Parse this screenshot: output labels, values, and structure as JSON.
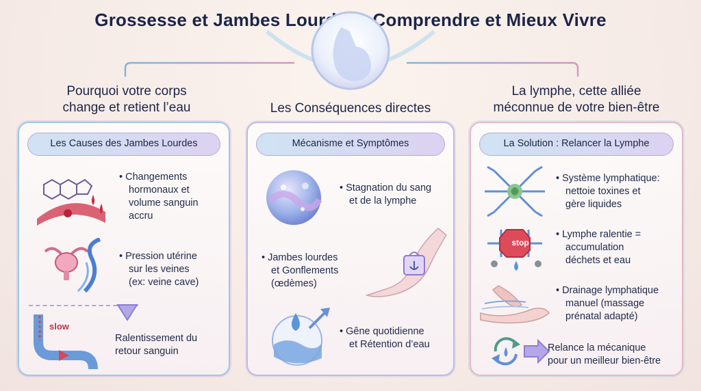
{
  "title": "Grossesse et Jambes Lourdes : Comprendre et Mieux Vivre",
  "columns": [
    {
      "heading_line1": "Pourquoi votre corps",
      "heading_line2": "change et retient l’eau",
      "pill": "Les Causes des Jambes Lourdes",
      "items": [
        {
          "lines": [
            "• Changements",
            "hormonaux et",
            "volume sanguin",
            "accru"
          ],
          "icon": "hormone-blood-icon"
        },
        {
          "lines": [
            "• Pression utérine",
            "sur les veines",
            "(ex: veine cave)"
          ],
          "icon": "uterus-veins-icon"
        },
        {
          "lines": [
            "Ralentissement du",
            "retour sanguin"
          ],
          "icon": "slow-flow-icon",
          "icon_label": "slow"
        }
      ]
    },
    {
      "heading_line1": "Les Conséquences directes",
      "pill": "Mécanisme et Symptômes",
      "items": [
        {
          "lines": [
            "• Stagnation du sang",
            "et de la lymphe"
          ],
          "icon": "stagnation-icon"
        },
        {
          "lines": [
            "• Jambes lourdes",
            "et Gonflements",
            "(œdèmes)"
          ],
          "icon": "heavy-leg-icon"
        },
        {
          "lines": [
            "• Gêne quotidienne",
            "et Rétention d’eau"
          ],
          "icon": "water-retention-icon"
        }
      ]
    },
    {
      "heading_line1": "La lymphe, cette alliée",
      "heading_line2": "méconnue de votre bien-être",
      "pill": "La Solution : Relancer la Lymphe",
      "items": [
        {
          "lines": [
            "• Système lymphatique:",
            "nettoie toxines et",
            "gère liquides"
          ],
          "icon": "lymph-network-icon"
        },
        {
          "lines": [
            "• Lymphe ralentie =",
            "accumulation",
            "déchets et eau"
          ],
          "icon": "stop-icon",
          "icon_label": "stop"
        },
        {
          "lines": [
            "• Drainage lymphatique",
            "manuel (massage",
            "prénatal adapté)"
          ],
          "icon": "massage-icon"
        },
        {
          "lines": [
            "Relance la mécanique",
            "pour un meilleur bien-être"
          ],
          "icon": "cycle-arrow-icon"
        }
      ]
    }
  ]
}
